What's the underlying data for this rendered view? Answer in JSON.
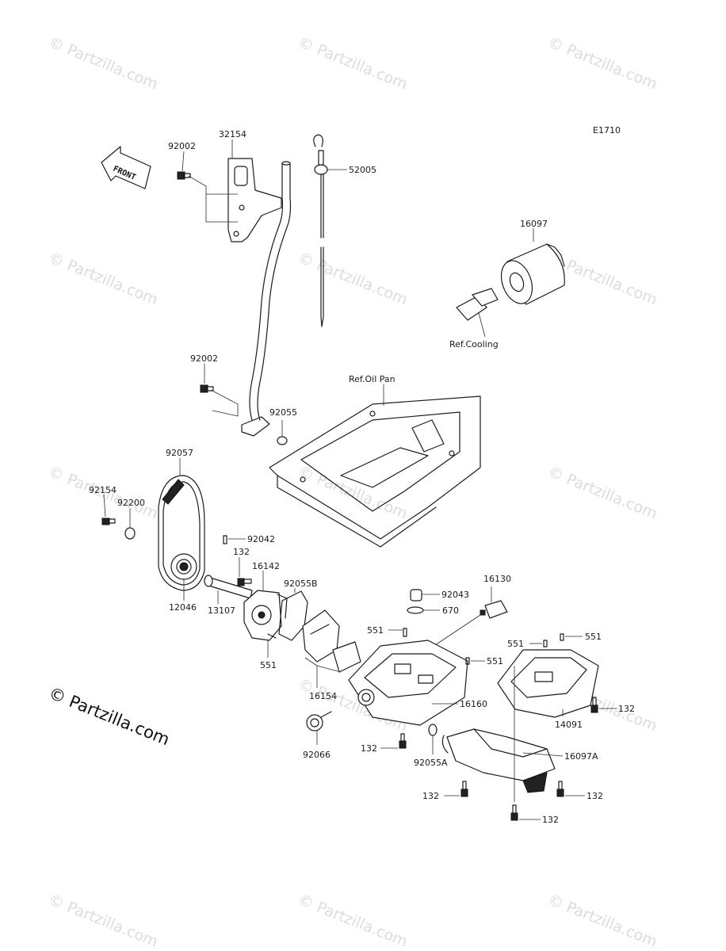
{
  "diagram_code": "E1710",
  "front_arrow_label": "FRONT",
  "copyright_main": "© Partzilla.com",
  "watermark_text": "© Partzilla.com",
  "refs": {
    "oil_pan": "Ref.Oil Pan",
    "cooling": "Ref.Cooling"
  },
  "part_labels": {
    "p32154": "32154",
    "p92002a": "92002",
    "p52005": "52005",
    "p16097": "16097",
    "p92002b": "92002",
    "p92055": "92055",
    "p92057": "92057",
    "p92154": "92154",
    "p92200": "92200",
    "p92042": "92042",
    "p132a": "132",
    "p16142": "16142",
    "p92055b": "92055B",
    "p12046": "12046",
    "p13107": "13107",
    "p551a": "551",
    "p16130": "16130",
    "p92043": "92043",
    "p670": "670",
    "p551b": "551",
    "p551c": "551",
    "p551d": "551",
    "p551e": "551",
    "p16154": "16154",
    "p16160": "16160",
    "p132b": "132",
    "p14091": "14091",
    "p92066": "92066",
    "p132c": "132",
    "p92055a": "92055A",
    "p16097a": "16097A",
    "p132d": "132",
    "p132e": "132",
    "p132f": "132"
  }
}
